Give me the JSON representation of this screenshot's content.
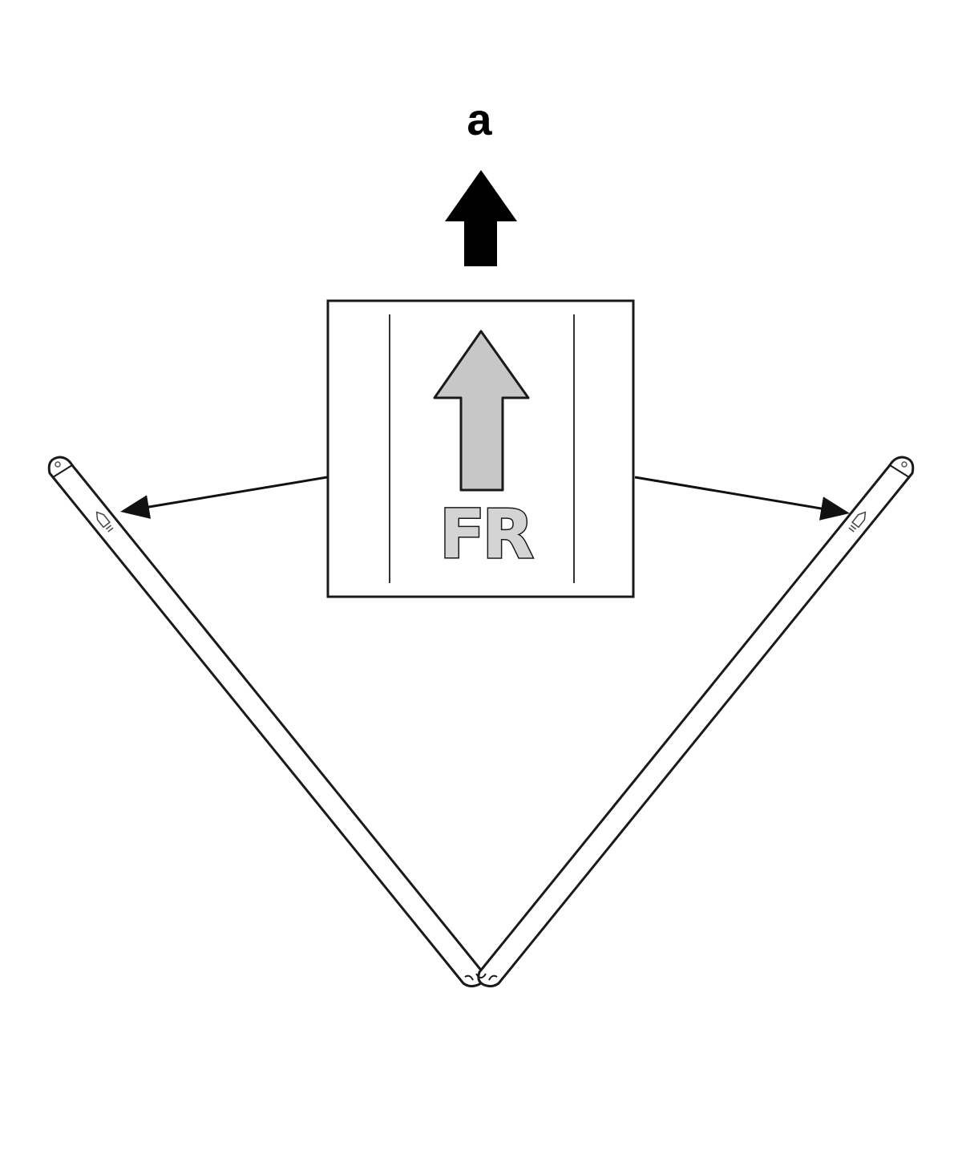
{
  "diagram": {
    "direction_label": "a",
    "direction_icon": "up-arrow-solid",
    "detail_label": "FR",
    "detail_icon": "up-arrow-outlined",
    "blade_mark_icon": "arrow-marker",
    "colors": {
      "stroke": "#1a1a1a",
      "arrow_fill": "#000000",
      "detail_arrow_fill": "#c7c7c7",
      "fr_fill": "#d4d4d4",
      "background": "#ffffff"
    }
  }
}
